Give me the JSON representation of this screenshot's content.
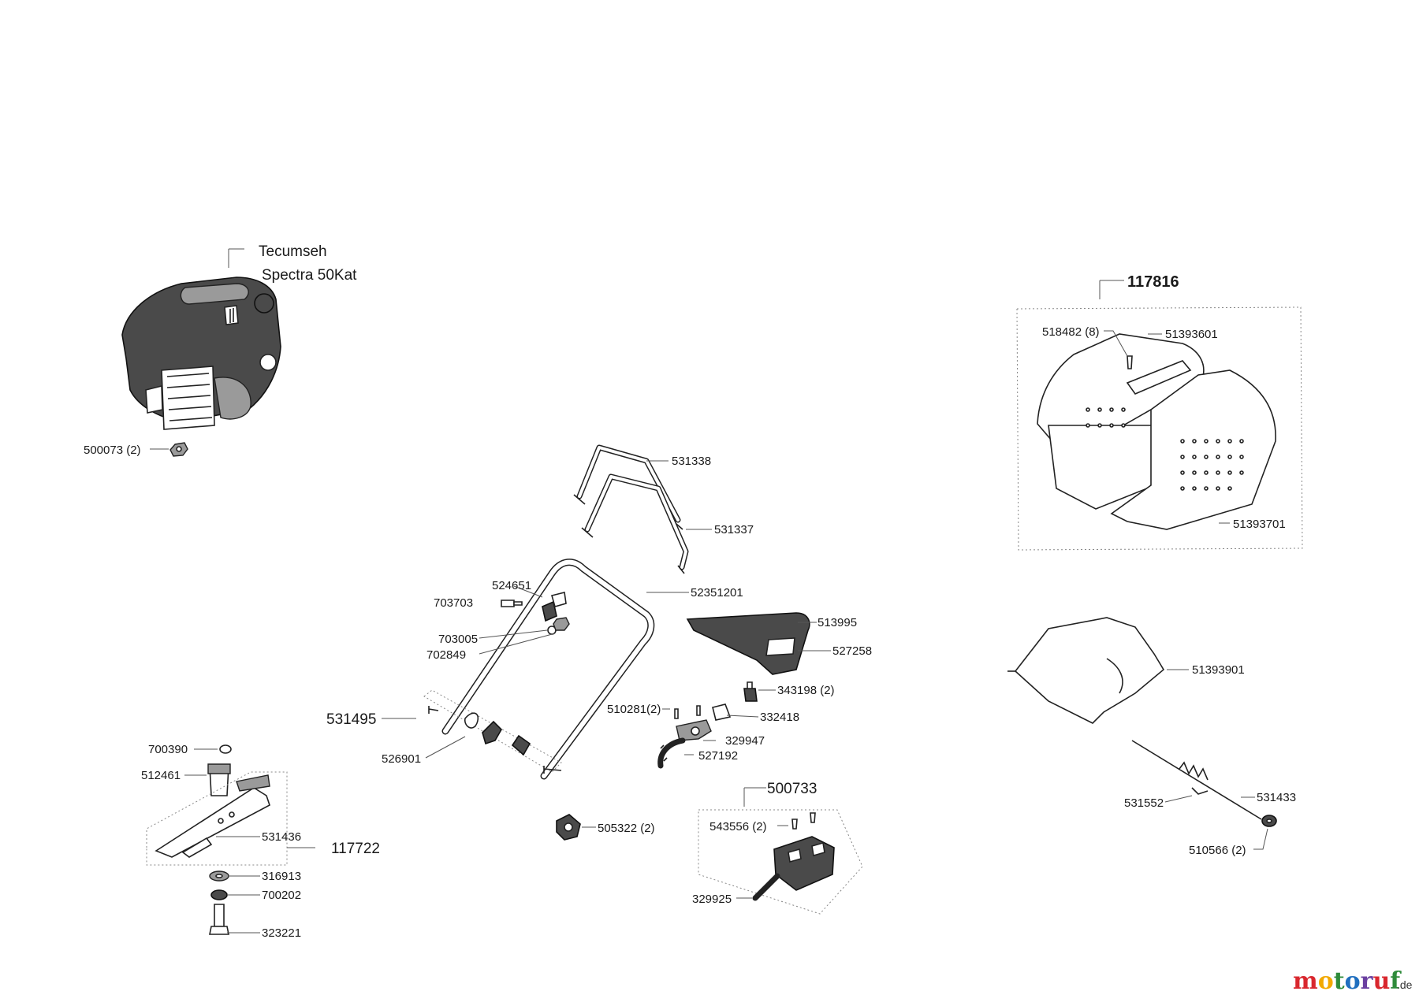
{
  "engine": {
    "line1": "Tecumseh",
    "line2": "Spectra 50Kat"
  },
  "labels": {
    "p500073": "500073 (2)",
    "p531338": "531338",
    "p531337": "531337",
    "p524651": "524651",
    "p703703": "703703",
    "p52351201": "52351201",
    "p703005": "703005",
    "p702849": "702849",
    "p531495": "531495",
    "p526901": "526901",
    "p700390": "700390",
    "p512461": "512461",
    "p531436": "531436",
    "p117722": "117722",
    "p316913": "316913",
    "p700202": "700202",
    "p323221": "323221",
    "p505322": "505322 (2)",
    "p513995": "513995",
    "p527258": "527258",
    "p510281": "510281(2)",
    "p343198": "343198 (2)",
    "p332418": "332418",
    "p329947": "329947",
    "p527192": "527192",
    "p500733": "500733",
    "p543556": "543556 (2)",
    "p329925": "329925",
    "p117816": "117816",
    "p518482": "518482 (8)",
    "p51393601": "51393601",
    "p51393701": "51393701",
    "p51393901": "51393901",
    "p531552": "531552",
    "p531433": "531433",
    "p510566": "510566 (2)"
  },
  "watermark": {
    "brand": "motoruf",
    "tld": ".de"
  },
  "colors": {
    "ink": "#1a1a1a",
    "leader": "#555555",
    "logo_m": "#d9272e",
    "logo_o": "#f2a900",
    "logo_t": "#2e8b3a",
    "logo_o2": "#1f6fbf",
    "logo_r": "#6a3fa0",
    "logo_u": "#d9272e",
    "logo_f": "#2e8b3a"
  }
}
